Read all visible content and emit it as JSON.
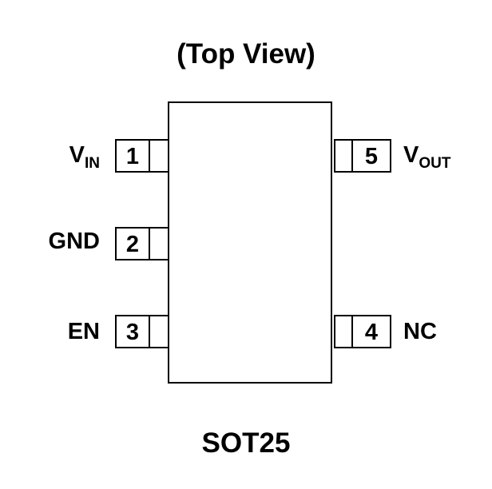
{
  "title": "(Top View)",
  "package": "SOT25",
  "pins": [
    {
      "number": "1",
      "name": "V",
      "sub": "IN",
      "side": "left"
    },
    {
      "number": "2",
      "name": "GND",
      "sub": "",
      "side": "left"
    },
    {
      "number": "3",
      "name": "EN",
      "sub": "",
      "side": "left"
    },
    {
      "number": "4",
      "name": "NC",
      "sub": "",
      "side": "right"
    },
    {
      "number": "5",
      "name": "V",
      "sub": "OUT",
      "side": "right"
    }
  ]
}
